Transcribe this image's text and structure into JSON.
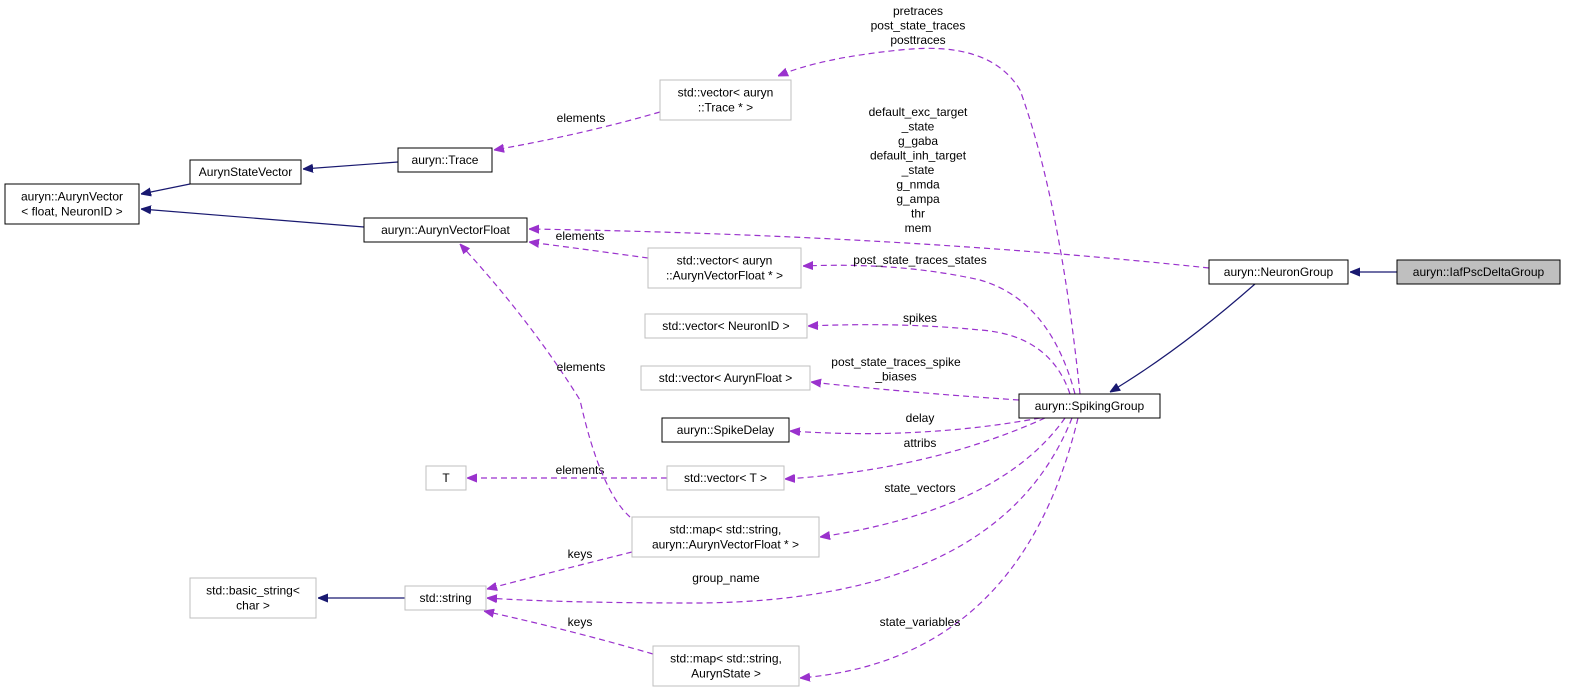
{
  "colors": {
    "inheritance": "#191970",
    "usage": "#9a32cd",
    "node_border": "#000000",
    "node_border_external": "#bfbfbf",
    "highlight_fill": "#bfbfbf"
  },
  "nodes": [
    {
      "id": "iafpscdeltagroup",
      "lines": [
        "auryn::IafPscDeltaGroup"
      ],
      "style": "highlight"
    },
    {
      "id": "neurongroup",
      "lines": [
        "auryn::NeuronGroup"
      ],
      "style": "normal"
    },
    {
      "id": "spikinggroup",
      "lines": [
        "auryn::SpikingGroup"
      ],
      "style": "normal"
    },
    {
      "id": "aurynvectorfloat",
      "lines": [
        "auryn::AurynVectorFloat"
      ],
      "style": "normal"
    },
    {
      "id": "aurynvector",
      "lines": [
        "auryn::AurynVector",
        "< float, NeuronID >"
      ],
      "style": "normal"
    },
    {
      "id": "aurynstatevector",
      "lines": [
        "AurynStateVector"
      ],
      "style": "normal"
    },
    {
      "id": "trace",
      "lines": [
        "auryn::Trace"
      ],
      "style": "normal"
    },
    {
      "id": "vector-trace",
      "lines": [
        "std::vector< auryn",
        "::Trace * >"
      ],
      "style": "external"
    },
    {
      "id": "vector-aurynvectorfloat",
      "lines": [
        "std::vector< auryn",
        "::AurynVectorFloat * >"
      ],
      "style": "external"
    },
    {
      "id": "vector-neuronid",
      "lines": [
        "std::vector< NeuronID >"
      ],
      "style": "external"
    },
    {
      "id": "vector-aurynfloat",
      "lines": [
        "std::vector< AurynFloat >"
      ],
      "style": "external"
    },
    {
      "id": "spikedelay",
      "lines": [
        "auryn::SpikeDelay"
      ],
      "style": "normal"
    },
    {
      "id": "t",
      "lines": [
        "T"
      ],
      "style": "external"
    },
    {
      "id": "vector-t",
      "lines": [
        "std::vector< T >"
      ],
      "style": "external"
    },
    {
      "id": "map-string-aurynvectorfloat",
      "lines": [
        "std::map< std::string,",
        "auryn::AurynVectorFloat * >"
      ],
      "style": "external"
    },
    {
      "id": "basic-string",
      "lines": [
        "std::basic_string<",
        "char >"
      ],
      "style": "external"
    },
    {
      "id": "string",
      "lines": [
        "std::string"
      ],
      "style": "external"
    },
    {
      "id": "map-string-aurynstate",
      "lines": [
        "std::map< std::string,",
        "AurynState >"
      ],
      "style": "external"
    }
  ],
  "edges": [
    {
      "id": "inh-iaf-neurongroup",
      "kind": "inheritance",
      "labels": []
    },
    {
      "id": "inh-neurongroup-spiking",
      "kind": "inheritance",
      "labels": []
    },
    {
      "id": "inh-statevector-aurynvector",
      "kind": "inheritance",
      "labels": []
    },
    {
      "id": "inh-vectorfloat-aurynvector",
      "kind": "inheritance",
      "labels": []
    },
    {
      "id": "inh-trace-statevector",
      "kind": "inheritance",
      "labels": []
    },
    {
      "id": "inh-string-basicstring",
      "kind": "inheritance",
      "labels": []
    },
    {
      "id": "use-neurongroup-vectorfloat",
      "kind": "usage",
      "labels": [
        "default_exc_target",
        "_state",
        "g_gaba",
        "default_inh_target",
        "_state",
        "g_nmda",
        "g_ampa",
        "thr",
        "mem"
      ]
    },
    {
      "id": "use-spiking-vectortrace",
      "kind": "usage",
      "labels": [
        "pretraces",
        "post_state_traces",
        "posttraces"
      ]
    },
    {
      "id": "use-vectortrace-trace",
      "kind": "usage",
      "labels": [
        "elements"
      ]
    },
    {
      "id": "use-vectorvf-vectorfloat",
      "kind": "usage",
      "labels": [
        "elements"
      ]
    },
    {
      "id": "use-spiking-vectorvf",
      "kind": "usage",
      "labels": [
        "post_state_traces_states"
      ]
    },
    {
      "id": "use-spiking-vectorneuronid",
      "kind": "usage",
      "labels": [
        "spikes"
      ]
    },
    {
      "id": "use-spiking-vectoraurynfloat",
      "kind": "usage",
      "labels": [
        "post_state_traces_spike",
        "_biases"
      ]
    },
    {
      "id": "use-spiking-spikedelay",
      "kind": "usage",
      "labels": [
        "delay"
      ]
    },
    {
      "id": "use-spiking-vectort",
      "kind": "usage",
      "labels": [
        "attribs"
      ]
    },
    {
      "id": "use-vectort-t",
      "kind": "usage",
      "labels": [
        "elements"
      ]
    },
    {
      "id": "use-spiking-mapvf",
      "kind": "usage",
      "labels": [
        "state_vectors"
      ]
    },
    {
      "id": "use-mapvf-vectorfloat",
      "kind": "usage",
      "labels": [
        "elements"
      ]
    },
    {
      "id": "use-mapvf-string",
      "kind": "usage",
      "labels": [
        "keys"
      ]
    },
    {
      "id": "use-spiking-string",
      "kind": "usage",
      "labels": [
        "group_name"
      ]
    },
    {
      "id": "use-mapstate-string",
      "kind": "usage",
      "labels": [
        "keys"
      ]
    },
    {
      "id": "use-spiking-mapstate",
      "kind": "usage",
      "labels": [
        "state_variables"
      ]
    }
  ]
}
